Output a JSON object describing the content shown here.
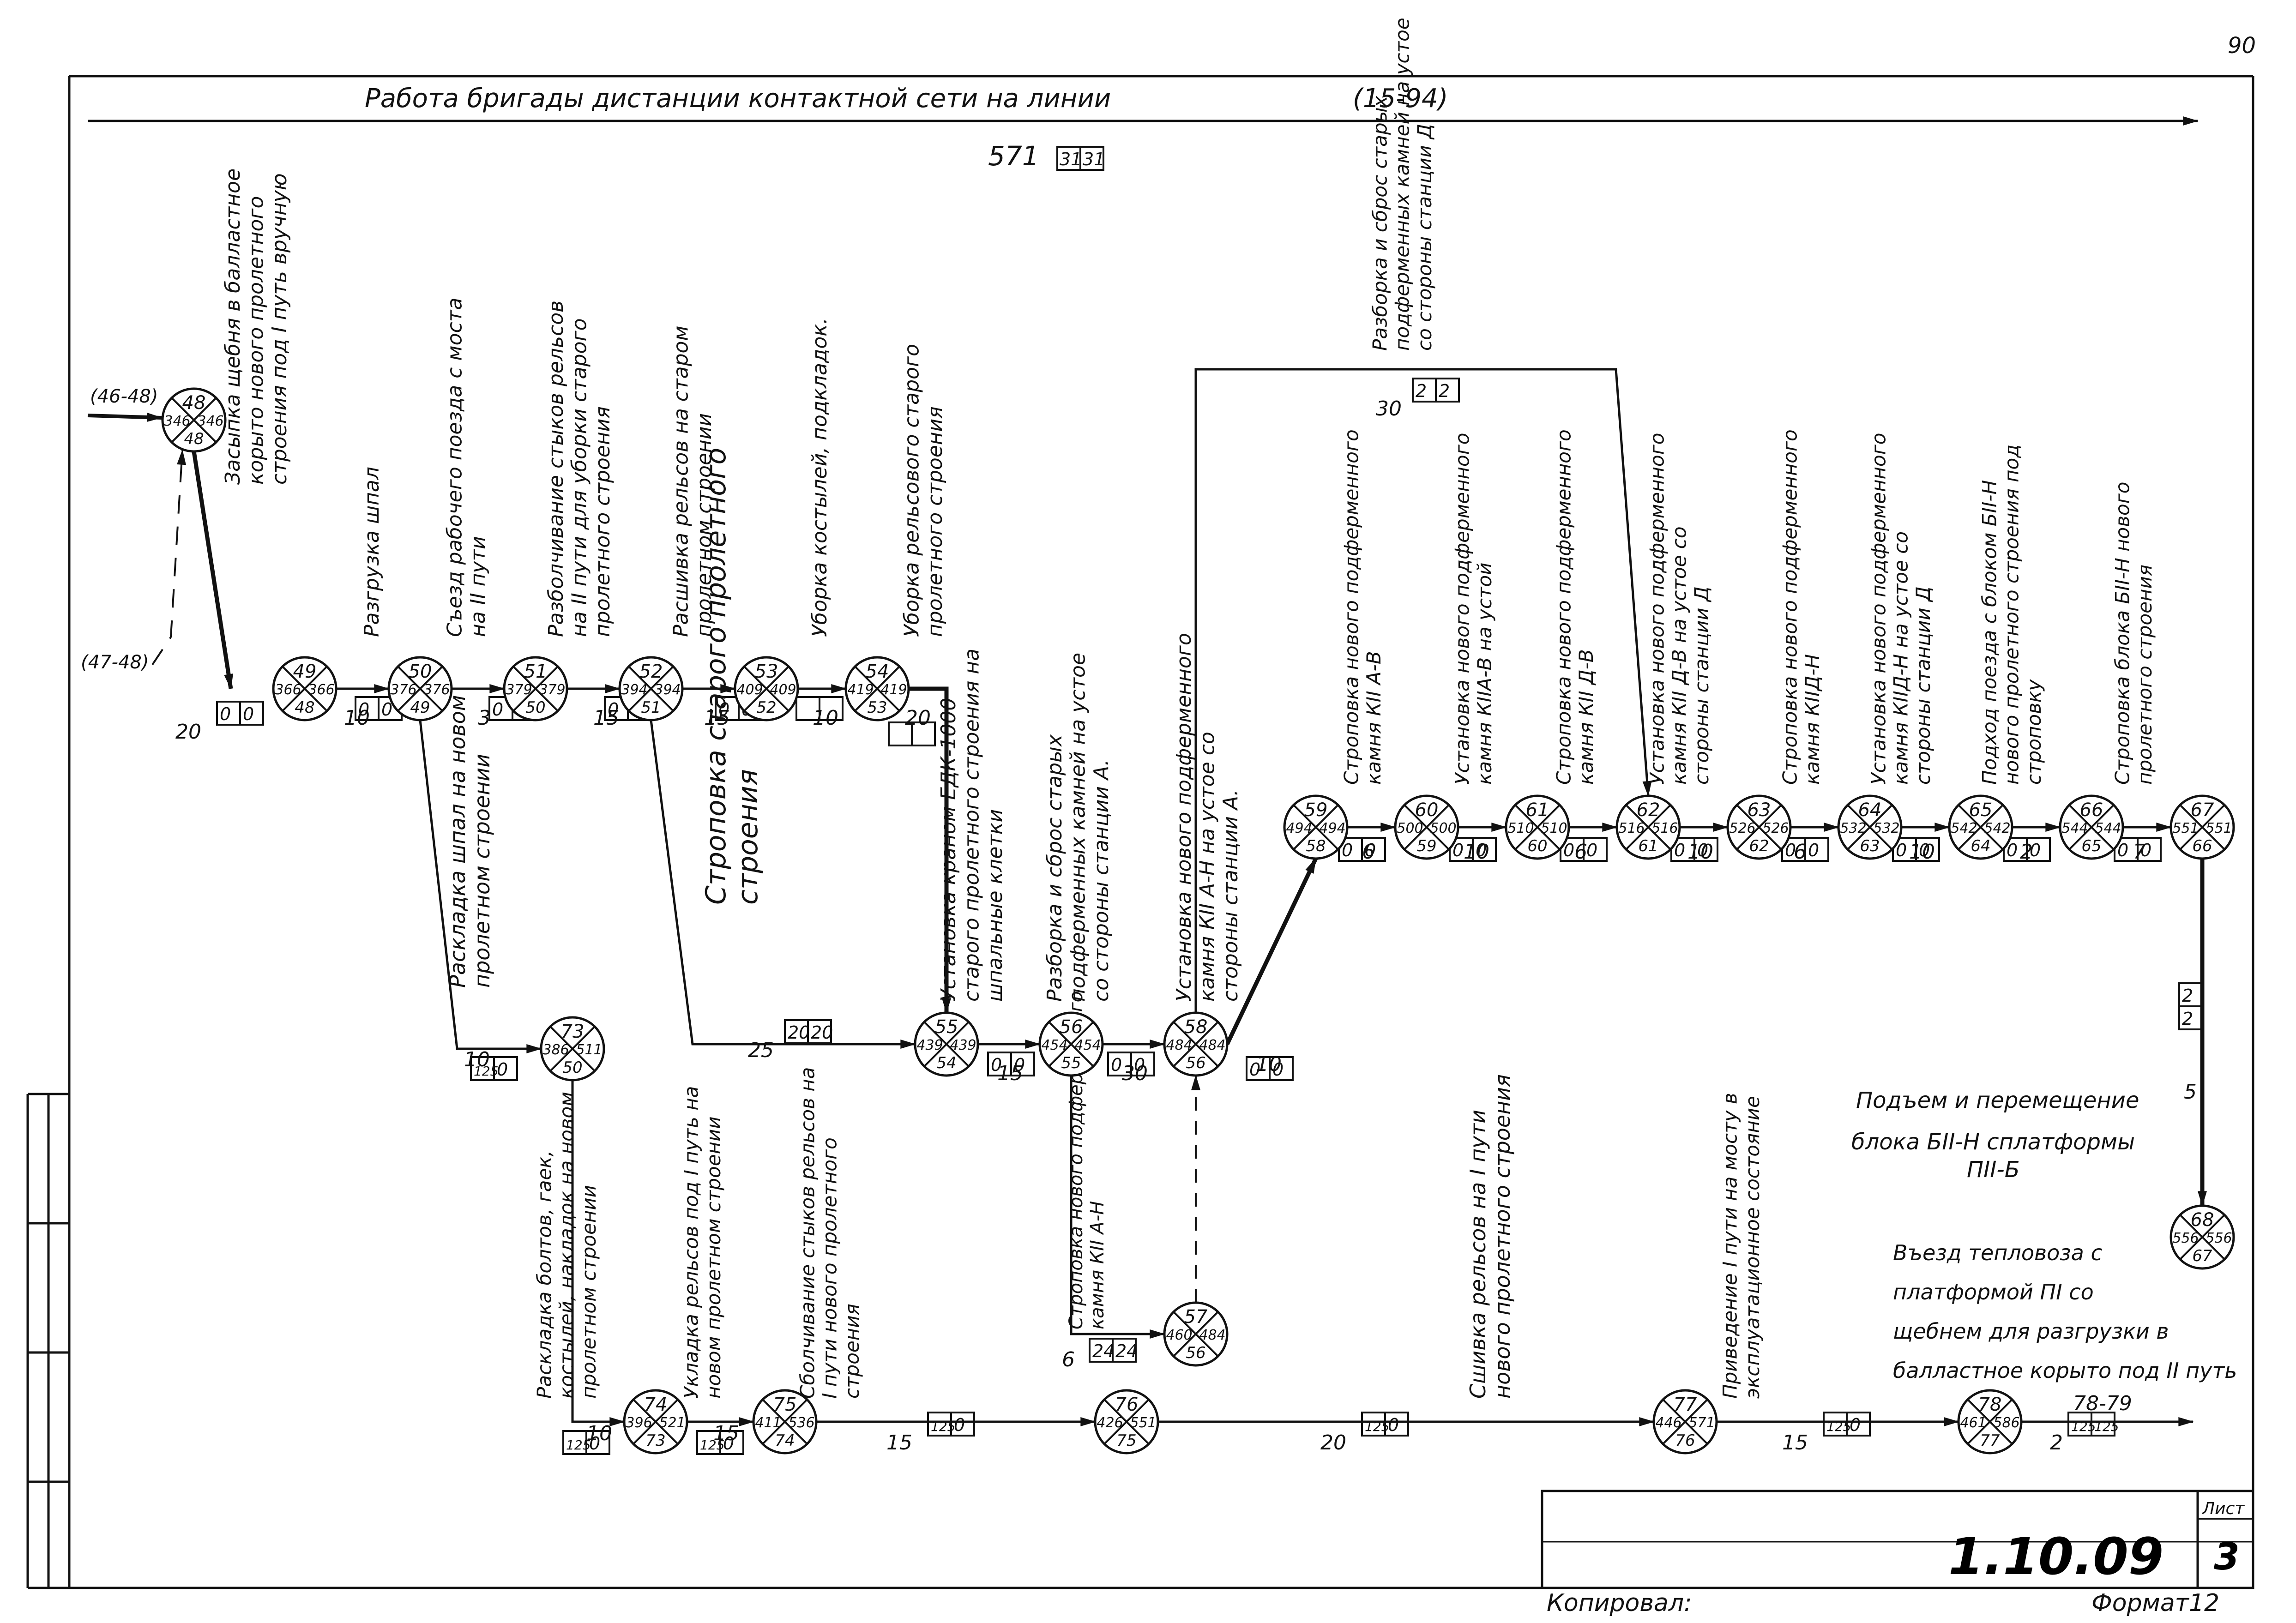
{
  "page_number": "90",
  "header": {
    "title": "Работа бригады дистанции контактной сети на линии",
    "code": "(15-94)",
    "total": "571",
    "total_boxes": [
      "31",
      "31"
    ]
  },
  "inputs": {
    "top": "(46-48)",
    "side": "(47-48)"
  },
  "nodes": [
    {
      "id": "48",
      "early": "346",
      "late": "346",
      "pred": "48"
    },
    {
      "id": "49",
      "early": "366",
      "late": "366",
      "pred": "48"
    },
    {
      "id": "50",
      "early": "376",
      "late": "376",
      "pred": "49"
    },
    {
      "id": "51",
      "early": "379",
      "late": "379",
      "pred": "50"
    },
    {
      "id": "52",
      "early": "394",
      "late": "394",
      "pred": "51"
    },
    {
      "id": "53",
      "early": "409",
      "late": "409",
      "pred": "52"
    },
    {
      "id": "54",
      "early": "419",
      "late": "419",
      "pred": "53"
    },
    {
      "id": "55",
      "early": "439",
      "late": "439",
      "pred": "54"
    },
    {
      "id": "56",
      "early": "454",
      "late": "454",
      "pred": "55"
    },
    {
      "id": "58",
      "early": "484",
      "late": "484",
      "pred": "56"
    },
    {
      "id": "57",
      "early": "460",
      "late": "484",
      "pred": "56"
    },
    {
      "id": "59",
      "early": "494",
      "late": "494",
      "pred": "58"
    },
    {
      "id": "60",
      "early": "500",
      "late": "500",
      "pred": "59"
    },
    {
      "id": "61",
      "early": "510",
      "late": "510",
      "pred": "60"
    },
    {
      "id": "62",
      "early": "516",
      "late": "516",
      "pred": "61"
    },
    {
      "id": "63",
      "early": "526",
      "late": "526",
      "pred": "62"
    },
    {
      "id": "64",
      "early": "532",
      "late": "532",
      "pred": "63"
    },
    {
      "id": "65",
      "early": "542",
      "late": "542",
      "pred": "64"
    },
    {
      "id": "66",
      "early": "544",
      "late": "544",
      "pred": "65"
    },
    {
      "id": "67",
      "early": "551",
      "late": "551",
      "pred": "66"
    },
    {
      "id": "68",
      "early": "556",
      "late": "556",
      "pred": "67"
    },
    {
      "id": "73",
      "early": "386",
      "late": "511",
      "pred": "50"
    },
    {
      "id": "74",
      "early": "396",
      "late": "521",
      "pred": "73"
    },
    {
      "id": "75",
      "early": "411",
      "late": "536",
      "pred": "74"
    },
    {
      "id": "76",
      "early": "426",
      "late": "551",
      "pred": "75"
    },
    {
      "id": "77",
      "early": "446",
      "late": "571",
      "pred": "76"
    },
    {
      "id": "78",
      "early": "461",
      "late": "586",
      "pred": "77"
    }
  ],
  "activities": [
    {
      "from": "48",
      "to": "49",
      "label": "Засыпка щебня в балластное корыто нового пролетного строения под I путь вручную",
      "duration": "20",
      "boxes": [
        "0",
        "0"
      ]
    },
    {
      "from": "49",
      "to": "50",
      "label": "Разгрузка шпал",
      "duration": "10",
      "boxes": [
        "0",
        "0"
      ]
    },
    {
      "from": "50",
      "to": "51",
      "label": "Съезд рабочего поезда с моста на II пути",
      "duration": "3",
      "boxes": [
        "0",
        "0"
      ]
    },
    {
      "from": "51",
      "to": "52",
      "label": "Разболчивание стыков рельсов на II пути для уборки старого пролетного строения",
      "duration": "15",
      "boxes": [
        "0",
        "0"
      ]
    },
    {
      "from": "52",
      "to": "53",
      "label": "Расшивка рельсов на старом пролетном строении",
      "duration": "15",
      "boxes": [
        "0",
        "0"
      ]
    },
    {
      "from": "53",
      "to": "54",
      "label": "Уборка костылей, подкладок.",
      "duration": "10",
      "boxes": [
        "",
        ""
      ]
    },
    {
      "from": "54",
      "to": "55",
      "label": "Уборка рельсового старого пролетного строения",
      "duration": "20",
      "boxes": [
        "",
        ""
      ]
    },
    {
      "from": "52",
      "to": "55",
      "label": "Строповка старого пролетного строения",
      "duration": "25",
      "boxes": [
        "20",
        "20"
      ]
    },
    {
      "from": "55",
      "to": "56",
      "label": "Установка краном ЕДК-1000 старого пролетного строения на шпальные клетки",
      "duration": "15",
      "boxes": [
        "0",
        "0"
      ]
    },
    {
      "from": "56",
      "to": "58",
      "label": "Разборка и сброс старых подферменных камней на устое со стороны станции А.",
      "duration": "30",
      "boxes": [
        "0",
        "0"
      ]
    },
    {
      "from": "58",
      "to": "59",
      "label": "Установка нового подферменного камня КII А-Н на устое со стороны станции А.",
      "duration": "10",
      "boxes": [
        "0",
        "0"
      ]
    },
    {
      "from": "56",
      "to": "57",
      "label": "Строповка нового подферменного камня КII А-Н",
      "duration": "6",
      "boxes": [
        "24",
        "24"
      ]
    },
    {
      "from": "59",
      "to": "60",
      "label": "Строповка нового подферменного камня КII А-В",
      "duration": "6",
      "boxes": [
        "0",
        "0"
      ]
    },
    {
      "from": "60",
      "to": "61",
      "label": "Установка нового подферменного камня КIIА-В на устой",
      "duration": "10",
      "boxes": [
        "0",
        "0"
      ]
    },
    {
      "from": "61",
      "to": "62",
      "label": "Строповка нового подферменного камня КII Д-В",
      "duration": "6",
      "boxes": [
        "0",
        "0"
      ]
    },
    {
      "from": "56",
      "to": "62",
      "label": "Разборка и сброс старых подферменных камней на устое со стороны станции Д",
      "duration": "30",
      "boxes": [
        "2",
        "2"
      ]
    },
    {
      "from": "62",
      "to": "63",
      "label": "Установка нового подферменного камня КII Д-В на устое со стороны станции Д",
      "duration": "10",
      "boxes": [
        "0",
        "0"
      ]
    },
    {
      "from": "63",
      "to": "64",
      "label": "Строповка нового подферменного камня КIIД-Н",
      "duration": "6",
      "boxes": [
        "0",
        "0"
      ]
    },
    {
      "from": "64",
      "to": "65",
      "label": "Установка нового подферменного камня КIIД-Н на устое со стороны станции Д",
      "duration": "10",
      "boxes": [
        "0",
        "0"
      ]
    },
    {
      "from": "65",
      "to": "66",
      "label": "Подход поезда с блоком БII-Н нового пролетного строения под строповку",
      "duration": "2",
      "boxes": [
        "0",
        "0"
      ]
    },
    {
      "from": "66",
      "to": "67",
      "label": "Строповка блока БII-Н нового пролетного строения",
      "duration": "7",
      "boxes": [
        "0",
        "0"
      ]
    },
    {
      "from": "67",
      "to": "68",
      "label": "",
      "duration": "5",
      "boxes": [
        "2",
        "2"
      ]
    },
    {
      "from": "50",
      "to": "73",
      "label": "Раскладка шпал на новом пролетном строении",
      "duration": "10",
      "boxes": [
        "125",
        "0"
      ]
    },
    {
      "from": "73",
      "to": "74",
      "label": "Раскладка болтов, гаек, костылей, накладок на новом пролетном строении",
      "duration": "10",
      "boxes": [
        "125",
        "0"
      ]
    },
    {
      "from": "74",
      "to": "75",
      "label": "Укладка рельсов под I путь на новом пролетном строении",
      "duration": "15",
      "boxes": [
        "125",
        "0"
      ]
    },
    {
      "from": "75",
      "to": "76",
      "label": "Сболчивание стыков рельсов на I пути нового пролетного строения",
      "duration": "15",
      "boxes": [
        "125",
        "0"
      ]
    },
    {
      "from": "76",
      "to": "77",
      "label": "Сшивка рельсов на I пути нового пролетного строения",
      "duration": "20",
      "boxes": [
        "125",
        "0"
      ]
    },
    {
      "from": "77",
      "to": "78",
      "label": "Приведение I пути на мосту в эксплуатационное состояние",
      "duration": "15",
      "boxes": [
        "125",
        "0"
      ]
    },
    {
      "from": "78",
      "to": "79",
      "label": "Въезд тепловоза с платформой ПI со щебнем для разгрузки в балластное корыто под II путь",
      "duration": "2",
      "boxes": [
        "125",
        "125"
      ]
    }
  ],
  "notes": {
    "lift_note": [
      "Подъем и перемещение",
      "блока БII-Н сплатформы",
      "ПII-Б"
    ],
    "exit_code": "78-79"
  },
  "stamp": {
    "code": "1.10.09",
    "sheet_label": "Лист",
    "sheet_number": "3",
    "copied_by": "Копировал:",
    "format": "Формат12"
  }
}
